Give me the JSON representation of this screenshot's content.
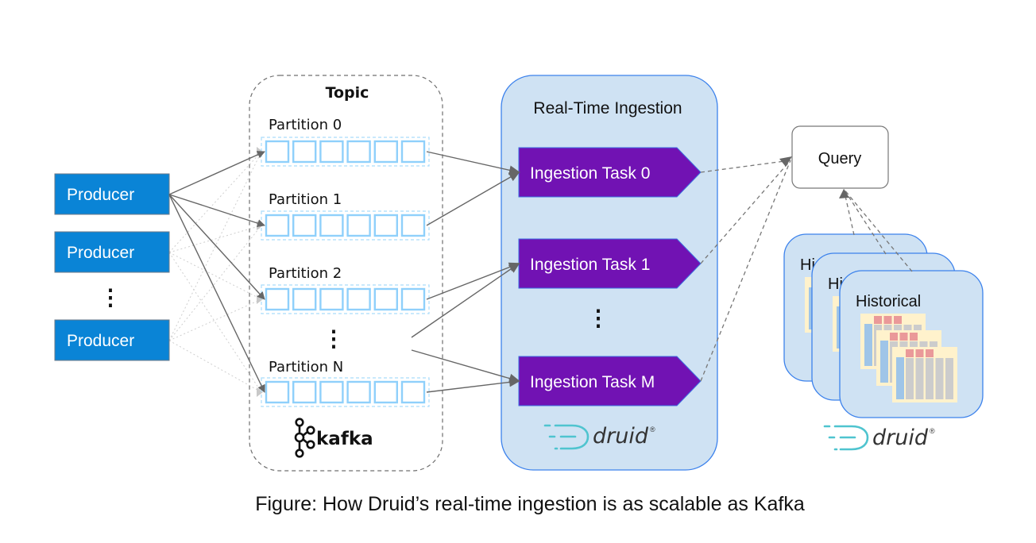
{
  "colors": {
    "producer_fill": "#0a84d6",
    "producer_border": "#6b7a88",
    "partition_cell": "#8fd0fb",
    "partition_dash": "#a9dcfb",
    "topic_border": "#6f6f6f",
    "druid_panel_fill": "#cfe2f3",
    "druid_panel_border": "#3c82ec",
    "task_fill": "#7112b3",
    "arrow": "#666666",
    "druid_logo_teal": "#4fc4cf",
    "segment_bg": "#fff2cc",
    "segment_blue": "#9fc5e8",
    "segment_gray": "#cccccc",
    "segment_red": "#ea9999"
  },
  "producers": {
    "items": [
      "Producer",
      "Producer",
      "Producer"
    ],
    "ellipsis": "⋮"
  },
  "topic": {
    "title": "Topic",
    "partitions": [
      "Partition 0",
      "Partition 1",
      "Partition 2",
      "Partition N"
    ],
    "cells_per_partition": 6,
    "ellipsis": "⋮",
    "logo_text": "kafka"
  },
  "ingestion": {
    "title": "Real-Time Ingestion",
    "tasks": [
      "Ingestion Task 0",
      "Ingestion Task 1",
      "Ingestion Task M"
    ],
    "ellipsis": "⋮",
    "logo_text": "druid",
    "logo_mark": "®"
  },
  "query": {
    "label": "Query"
  },
  "historicals": {
    "labels": [
      "Historical",
      "Historical",
      "Historical"
    ],
    "logo_text": "druid",
    "logo_mark": "®"
  },
  "caption": "Figure:  How Druid’s real-time ingestion is as scalable as Kafka"
}
